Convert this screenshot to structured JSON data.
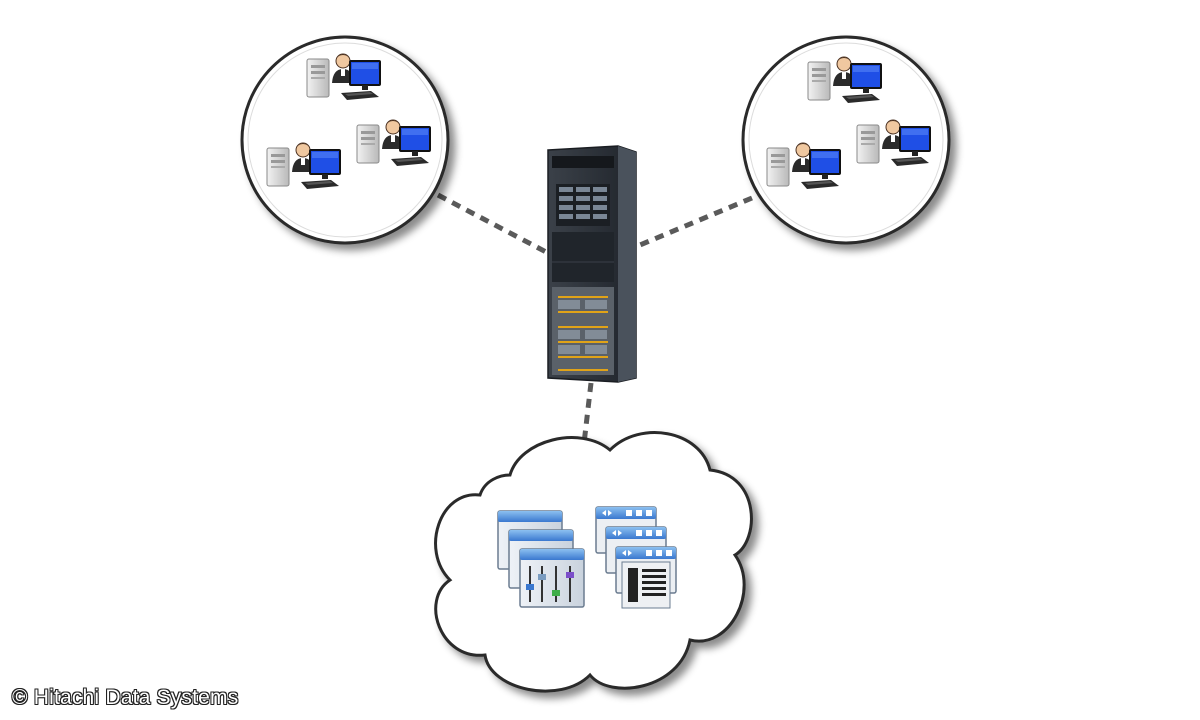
{
  "credit": "© Hitachi Data Systems",
  "colors": {
    "connector": "#5a5a5a",
    "outline": "#2a2a2a",
    "monitor": "#1f4fe6",
    "window_header": "#4f8fdb",
    "server_body": "#2c3138"
  },
  "nodes": {
    "left_group": {
      "icons": [
        "tower-pc-icon",
        "user-icon",
        "monitor-icon",
        "keyboard-icon"
      ],
      "workstations": 3
    },
    "right_group": {
      "icons": [
        "tower-pc-icon",
        "user-icon",
        "monitor-icon",
        "keyboard-icon"
      ],
      "workstations": 3
    },
    "central_server": {
      "icon": "server-rack-icon"
    },
    "cloud": {
      "icons": [
        "settings-window-stack-icon",
        "browser-window-stack-icon"
      ]
    }
  }
}
